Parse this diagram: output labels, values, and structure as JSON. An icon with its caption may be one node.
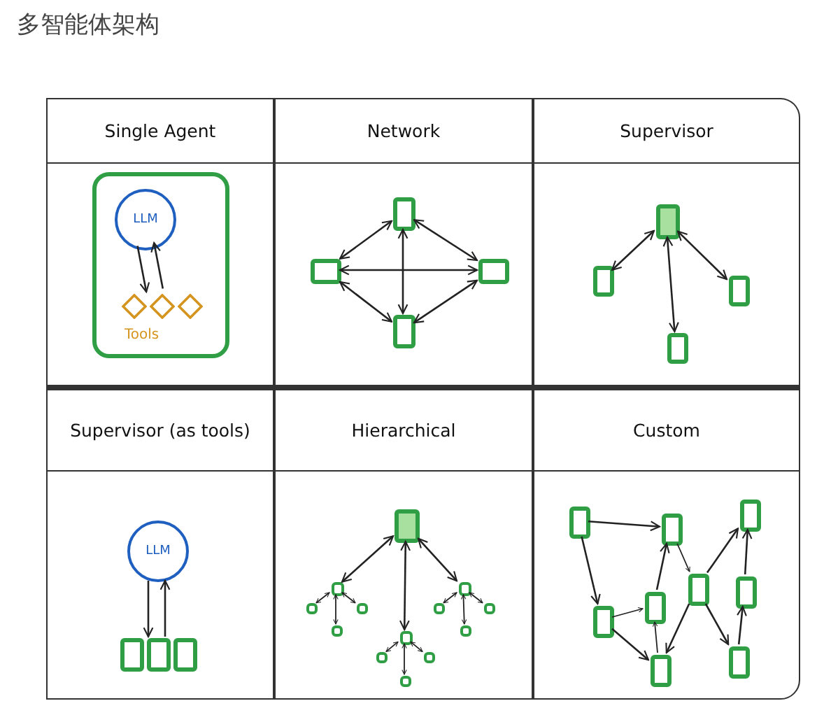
{
  "diagram": {
    "title": "多智能体架构",
    "nodes": [
      {
        "text": [
          "Single Agent"
        ]
      },
      {
        "text": [],
        "shape": "box",
        "in": 0
      },
      {
        "text": [
          "LLM"
        ],
        "in": 1
      },
      {
        "text": [],
        "shape": "diamond",
        "in": 1
      },
      {
        "text": [],
        "shape": "diamond",
        "in": 1
      },
      {
        "text": [],
        "shape": "diamond",
        "in": 1
      },
      {
        "text": [
          "Network"
        ]
      },
      {
        "text": [],
        "shape": "box",
        "in": 6
      },
      {
        "text": [],
        "shape": "box",
        "in": 6
      },
      {
        "text": [],
        "shape": "box",
        "in": 6
      },
      {
        "text": [],
        "shape": "box",
        "in": 6
      },
      {
        "text": [
          "Supervisor"
        ]
      },
      {
        "text": [],
        "shape": "box",
        "in": 11
      },
      {
        "text": [],
        "shape": "box",
        "in": 11
      },
      {
        "text": [],
        "shape": "box",
        "in": 11
      },
      {
        "text": [],
        "shape": "box",
        "in": 11
      },
      {
        "text": [
          "Supervisor (as tools)"
        ]
      },
      {
        "text": [
          "LLM"
        ],
        "in": 16
      },
      {
        "text": [],
        "shape": "box",
        "in": 16
      },
      {
        "text": [],
        "shape": "box",
        "in": 16
      },
      {
        "text": [],
        "shape": "box",
        "in": 16
      },
      {
        "text": [
          "Hierarchical"
        ]
      },
      {
        "text": [],
        "shape": "box",
        "in": 21
      },
      {
        "text": [],
        "shape": "box",
        "in": 21
      },
      {
        "text": [],
        "shape": "box",
        "in": 21
      },
      {
        "text": [],
        "shape": "box",
        "in": 21
      },
      {
        "text": [],
        "shape": "box",
        "in": 21
      },
      {
        "text": [],
        "shape": "box",
        "in": 21
      },
      {
        "text": [],
        "shape": "box",
        "in": 21
      },
      {
        "text": [],
        "shape": "box",
        "in": 21
      },
      {
        "text": [],
        "shape": "box",
        "in": 21
      },
      {
        "text": [],
        "shape": "box",
        "in": 21
      },
      {
        "text": [],
        "shape": "box",
        "in": 21
      },
      {
        "text": [],
        "shape": "box",
        "in": 21
      },
      {
        "text": [],
        "shape": "box",
        "in": 21
      },
      {
        "text": [
          "Custom"
        ]
      },
      {
        "text": [],
        "shape": "box",
        "in": 35
      },
      {
        "text": [],
        "shape": "box",
        "in": 35
      },
      {
        "text": [],
        "shape": "box",
        "in": 35
      },
      {
        "text": [],
        "shape": "box",
        "in": 35
      },
      {
        "text": [],
        "shape": "box",
        "in": 35
      },
      {
        "text": [],
        "shape": "box",
        "in": 35
      },
      {
        "text": [],
        "shape": "box",
        "in": 35
      },
      {
        "text": [],
        "shape": "box",
        "in": 35
      },
      {
        "text": [],
        "shape": "box",
        "in": 35
      }
    ],
    "edges": [
      {
        "from": 2,
        "to": 4,
        "arrow": "to"
      },
      {
        "from": 4,
        "to": 2,
        "arrow": "to"
      },
      {
        "from": 7,
        "to": 8,
        "arrow": "both"
      },
      {
        "from": 7,
        "to": 9,
        "arrow": "both"
      },
      {
        "from": 7,
        "to": 10,
        "arrow": "both"
      },
      {
        "from": 8,
        "to": 9,
        "arrow": "both"
      },
      {
        "from": 8,
        "to": 10,
        "arrow": "both"
      },
      {
        "from": 9,
        "to": 10,
        "arrow": "both"
      },
      {
        "from": 12,
        "to": 13,
        "arrow": "both"
      },
      {
        "from": 12,
        "to": 15,
        "arrow": "both"
      },
      {
        "from": 12,
        "to": 14,
        "arrow": "both"
      },
      {
        "from": 17,
        "to": 19,
        "arrow": "to"
      },
      {
        "from": 19,
        "to": 17,
        "arrow": "to"
      },
      {
        "from": 22,
        "to": 23,
        "arrow": "both"
      },
      {
        "from": 22,
        "to": 27,
        "arrow": "both"
      },
      {
        "from": 22,
        "to": 31,
        "arrow": "both"
      },
      {
        "from": 23,
        "to": 24,
        "arrow": "both"
      },
      {
        "from": 23,
        "to": 25,
        "arrow": "both"
      },
      {
        "from": 23,
        "to": 26,
        "arrow": "both"
      },
      {
        "from": 27,
        "to": 28,
        "arrow": "both"
      },
      {
        "from": 27,
        "to": 29,
        "arrow": "both"
      },
      {
        "from": 27,
        "to": 30,
        "arrow": "both"
      },
      {
        "from": 31,
        "to": 32,
        "arrow": "both"
      },
      {
        "from": 31,
        "to": 33,
        "arrow": "both"
      },
      {
        "from": 31,
        "to": 34,
        "arrow": "both"
      },
      {
        "from": 36,
        "to": 37,
        "arrow": "to"
      },
      {
        "from": 36,
        "to": 39,
        "arrow": "to"
      },
      {
        "from": 39,
        "to": 40,
        "arrow": "to"
      },
      {
        "from": 39,
        "to": 43,
        "arrow": "to"
      },
      {
        "from": 43,
        "to": 40,
        "arrow": "to"
      },
      {
        "from": 40,
        "to": 37,
        "arrow": "to"
      },
      {
        "from": 37,
        "to": 41,
        "arrow": "to"
      },
      {
        "from": 41,
        "to": 38,
        "arrow": "to"
      },
      {
        "from": 41,
        "to": 43,
        "arrow": "to"
      },
      {
        "from": 41,
        "to": 44,
        "arrow": "to"
      },
      {
        "from": 44,
        "to": 42,
        "arrow": "to"
      },
      {
        "from": 42,
        "to": 38,
        "arrow": "to"
      }
    ],
    "labels": [
      "Tools"
    ]
  }
}
